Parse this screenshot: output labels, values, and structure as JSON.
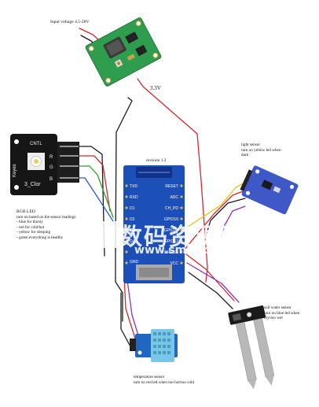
{
  "labels": {
    "input_voltage": "Input voltage 4.5-28V",
    "output_voltage": "3.3V",
    "board_revision": "revision 1.2",
    "light_sensor_title": "light sensor",
    "light_sensor_desc1": "turn on yellow led when",
    "light_sensor_desc2": "dark",
    "rgb_led_title": "RGB LED",
    "rgb_led_desc1": "turn on based on the sensor readings",
    "rgb_led_item1": "- blue for thirsty",
    "rgb_led_item2": "- red for cold/hot",
    "rgb_led_item3": "- yellow for sleeping",
    "rgb_led_item4": "- green everything is healthy",
    "soil_sensor_title": "soil water sensor",
    "soil_sensor_desc1": "turn on blue led when",
    "soil_sensor_desc2": "dry/too wet",
    "temp_sensor_title": "temperature sensor",
    "temp_sensor_desc": "turn on red led when too hot/too cold"
  },
  "rgb_module": {
    "header": "CNTL",
    "side_text": "Keyes",
    "model": "3_Clor",
    "pins": [
      "R",
      "G",
      "B"
    ]
  },
  "board_pins": {
    "left": [
      "TXD",
      "RXD",
      "D1",
      "D2",
      "D3",
      "D4",
      "GND"
    ],
    "right": [
      "RESET",
      "ADC",
      "CH_PD",
      "GPIO16",
      "GPIO14",
      "GPIO12",
      "GPIO13",
      "VCC"
    ]
  },
  "watermark": {
    "cn": "数码资源网",
    "url": "www.smzy.com"
  },
  "colors": {
    "buck_pcb": "#2f9d4e",
    "esp_board": "#1d4fb8",
    "light_pcb": "#3e58c8",
    "temp_pcb": "#1f67c2",
    "sensor_body": "#79c6e6",
    "wire_red": "#d8262a",
    "wire_black": "#1a1a1a",
    "wire_green": "#2aa02a",
    "wire_blue": "#2a55d6",
    "wire_yellow": "#e8c21a",
    "wire_purple": "#8f35b8"
  }
}
